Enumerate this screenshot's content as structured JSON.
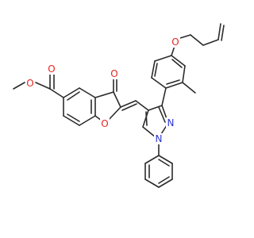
{
  "molecule": {
    "atoms": [
      {
        "id": "O_ester_carbonyl",
        "label": "O",
        "color": "#e8251f"
      },
      {
        "id": "O_ester_methoxy",
        "label": "O",
        "color": "#e8251f"
      },
      {
        "id": "O_ketone",
        "label": "O",
        "color": "#e8251f"
      },
      {
        "id": "O_furan",
        "label": "O",
        "color": "#e8251f"
      },
      {
        "id": "O_allyl_ether",
        "label": "O",
        "color": "#e8251f"
      },
      {
        "id": "N_pyrazole_2",
        "label": "N",
        "color": "#2a35d6"
      },
      {
        "id": "N_pyrazole_1",
        "label": "N",
        "color": "#2a35d6"
      }
    ],
    "bond_color": "#2b2b2b"
  }
}
